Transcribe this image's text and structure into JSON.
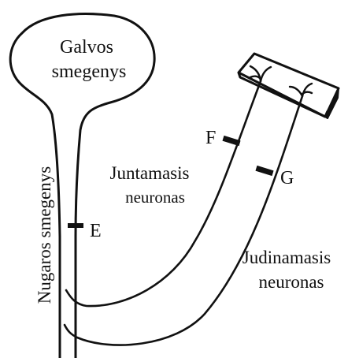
{
  "brain": {
    "line1": "Galvos",
    "line2": "smegenys"
  },
  "spinal_cord": {
    "label": "Nugaros smegenys"
  },
  "sensory_neuron": {
    "line1": "Juntamasis",
    "line2": "neuronas"
  },
  "motor_neuron": {
    "line1": "Judinamasis",
    "line2": "neuronas"
  },
  "points": {
    "e": "E",
    "f": "F",
    "g": "G"
  },
  "colors": {
    "ink": "#111111",
    "background": "#ffffff"
  }
}
